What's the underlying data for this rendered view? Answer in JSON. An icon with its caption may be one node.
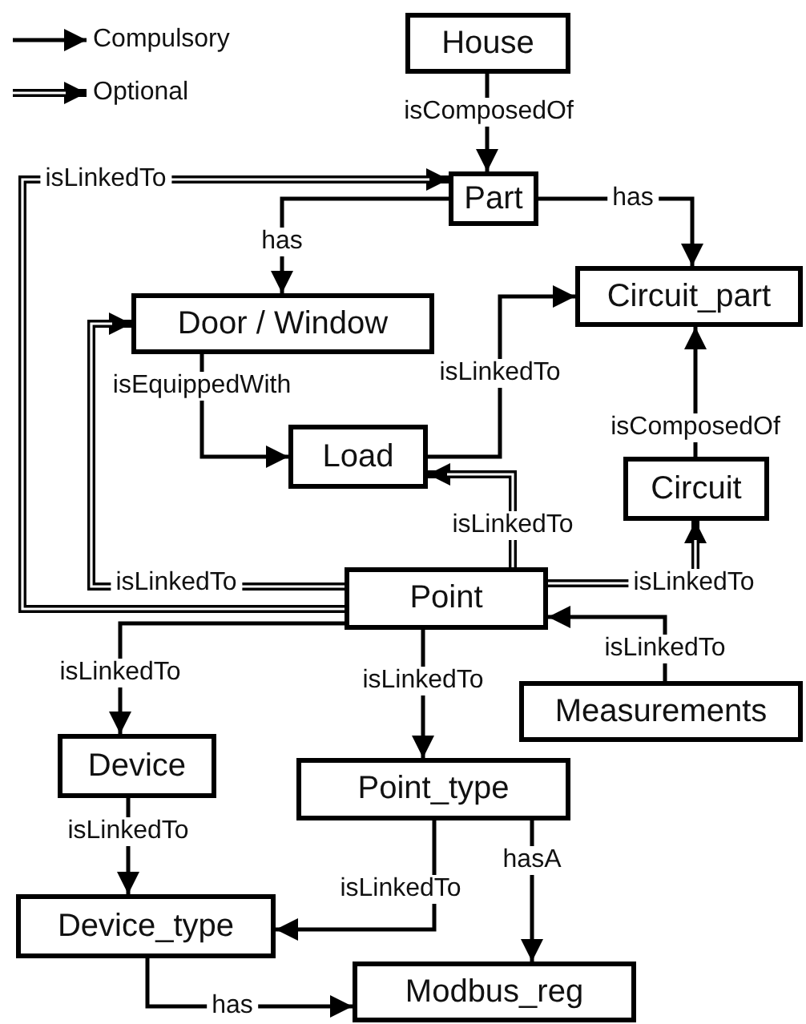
{
  "diagram": {
    "nodes": [
      {
        "text": [
          "House"
        ]
      },
      {
        "text": [
          "Part"
        ]
      },
      {
        "text": [
          "Door / Window"
        ]
      },
      {
        "text": [
          "Circuit_part"
        ]
      },
      {
        "text": [
          "Load"
        ]
      },
      {
        "text": [
          "Circuit"
        ]
      },
      {
        "text": [
          "Point"
        ]
      },
      {
        "text": [
          "Measurements"
        ]
      },
      {
        "text": [
          "Device"
        ]
      },
      {
        "text": [
          "Point_type"
        ]
      },
      {
        "text": [
          "Device_type"
        ]
      },
      {
        "text": [
          "Modbus_reg"
        ]
      }
    ],
    "edges": [
      {
        "from": 0,
        "to": 1,
        "arrow": "to",
        "label": "isComposedOf"
      },
      {
        "from": 1,
        "to": 2,
        "arrow": "to",
        "label": "has"
      },
      {
        "from": 1,
        "to": 3,
        "arrow": "to",
        "label": "has"
      },
      {
        "from": 2,
        "to": 4,
        "arrow": "to",
        "label": "isEquippedWith"
      },
      {
        "from": 4,
        "to": 3,
        "arrow": "to",
        "label": "isLinkedTo"
      },
      {
        "from": 5,
        "to": 3,
        "arrow": "to",
        "label": "isComposedOf"
      },
      {
        "from": 6,
        "to": 1,
        "arrow": "to",
        "label": "isLinkedTo",
        "style": "thick"
      },
      {
        "from": 6,
        "to": 2,
        "arrow": "to",
        "label": "isLinkedTo",
        "style": "thick"
      },
      {
        "from": 6,
        "to": 4,
        "arrow": "to",
        "label": "isLinkedTo",
        "style": "thick"
      },
      {
        "from": 6,
        "to": 5,
        "arrow": "to",
        "label": "isLinkedTo",
        "style": "thick"
      },
      {
        "from": 7,
        "to": 6,
        "arrow": "to",
        "label": "isLinkedTo"
      },
      {
        "from": 6,
        "to": 8,
        "arrow": "to",
        "label": "isLinkedTo"
      },
      {
        "from": 6,
        "to": 9,
        "arrow": "to",
        "label": "isLinkedTo"
      },
      {
        "from": 9,
        "to": 10,
        "arrow": "to",
        "label": "isLinkedTo"
      },
      {
        "from": 9,
        "to": 11,
        "arrow": "to",
        "label": "hasA"
      },
      {
        "from": 8,
        "to": 10,
        "arrow": "to",
        "label": "isLinkedTo"
      },
      {
        "from": 10,
        "to": 11,
        "arrow": "to",
        "label": "has"
      }
    ],
    "legend": [
      {
        "text": "Compulsory"
      },
      {
        "text": "Optional"
      }
    ]
  }
}
